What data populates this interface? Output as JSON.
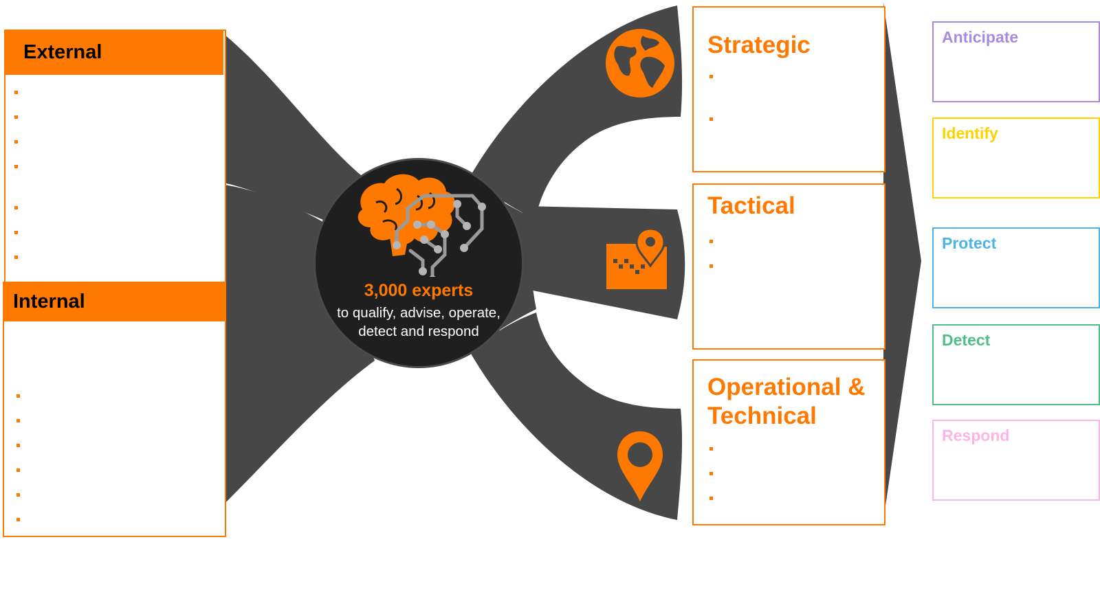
{
  "colors": {
    "accent": "#ff7900",
    "flow": "#474747",
    "hub": "#1f1f1f",
    "anticipate": "#a98bdd",
    "identify": "#ffd200",
    "protect": "#4bb4e6",
    "detect": "#50be87",
    "respond": "#ffb4e6"
  },
  "sources": {
    "external": {
      "title": "External"
    },
    "internal": {
      "title": "Internal"
    }
  },
  "hub": {
    "icon": "brain-circuit-icon",
    "count": "3,000 experts",
    "description": "to qualify, advise, operate, detect and respond"
  },
  "intelligence": {
    "strategic": {
      "title": "Strategic",
      "icon": "globe-icon"
    },
    "tactical": {
      "title": "Tactical",
      "icon": "map-pin-icon"
    },
    "operational": {
      "title": "Operational & Technical",
      "icon": "location-pin-icon"
    }
  },
  "functions": [
    {
      "label": "Anticipate",
      "color": "#a98bdd"
    },
    {
      "label": "Identify",
      "color": "#ffd200"
    },
    {
      "label": "Protect",
      "color": "#4bb4e6"
    },
    {
      "label": "Detect",
      "color": "#50be87"
    },
    {
      "label": "Respond",
      "color": "#ffb4e6"
    }
  ]
}
